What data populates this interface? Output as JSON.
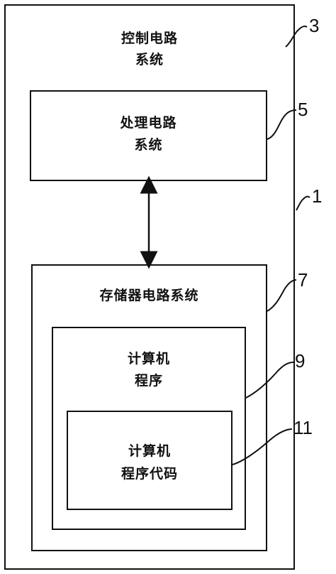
{
  "outer_block": {
    "label_line1": "控制电路",
    "label_line2": "系统",
    "ref": "3",
    "border_ref": "1"
  },
  "processing_block": {
    "label_line1": "处理电路",
    "label_line2": "系统",
    "ref": "5"
  },
  "memory_block": {
    "label": "存储器电路系统",
    "ref": "7"
  },
  "program_block": {
    "label_line1": "计算机",
    "label_line2": "程序",
    "ref": "9"
  },
  "code_block": {
    "label_line1": "计算机",
    "label_line2": "程序代码",
    "ref": "11"
  }
}
